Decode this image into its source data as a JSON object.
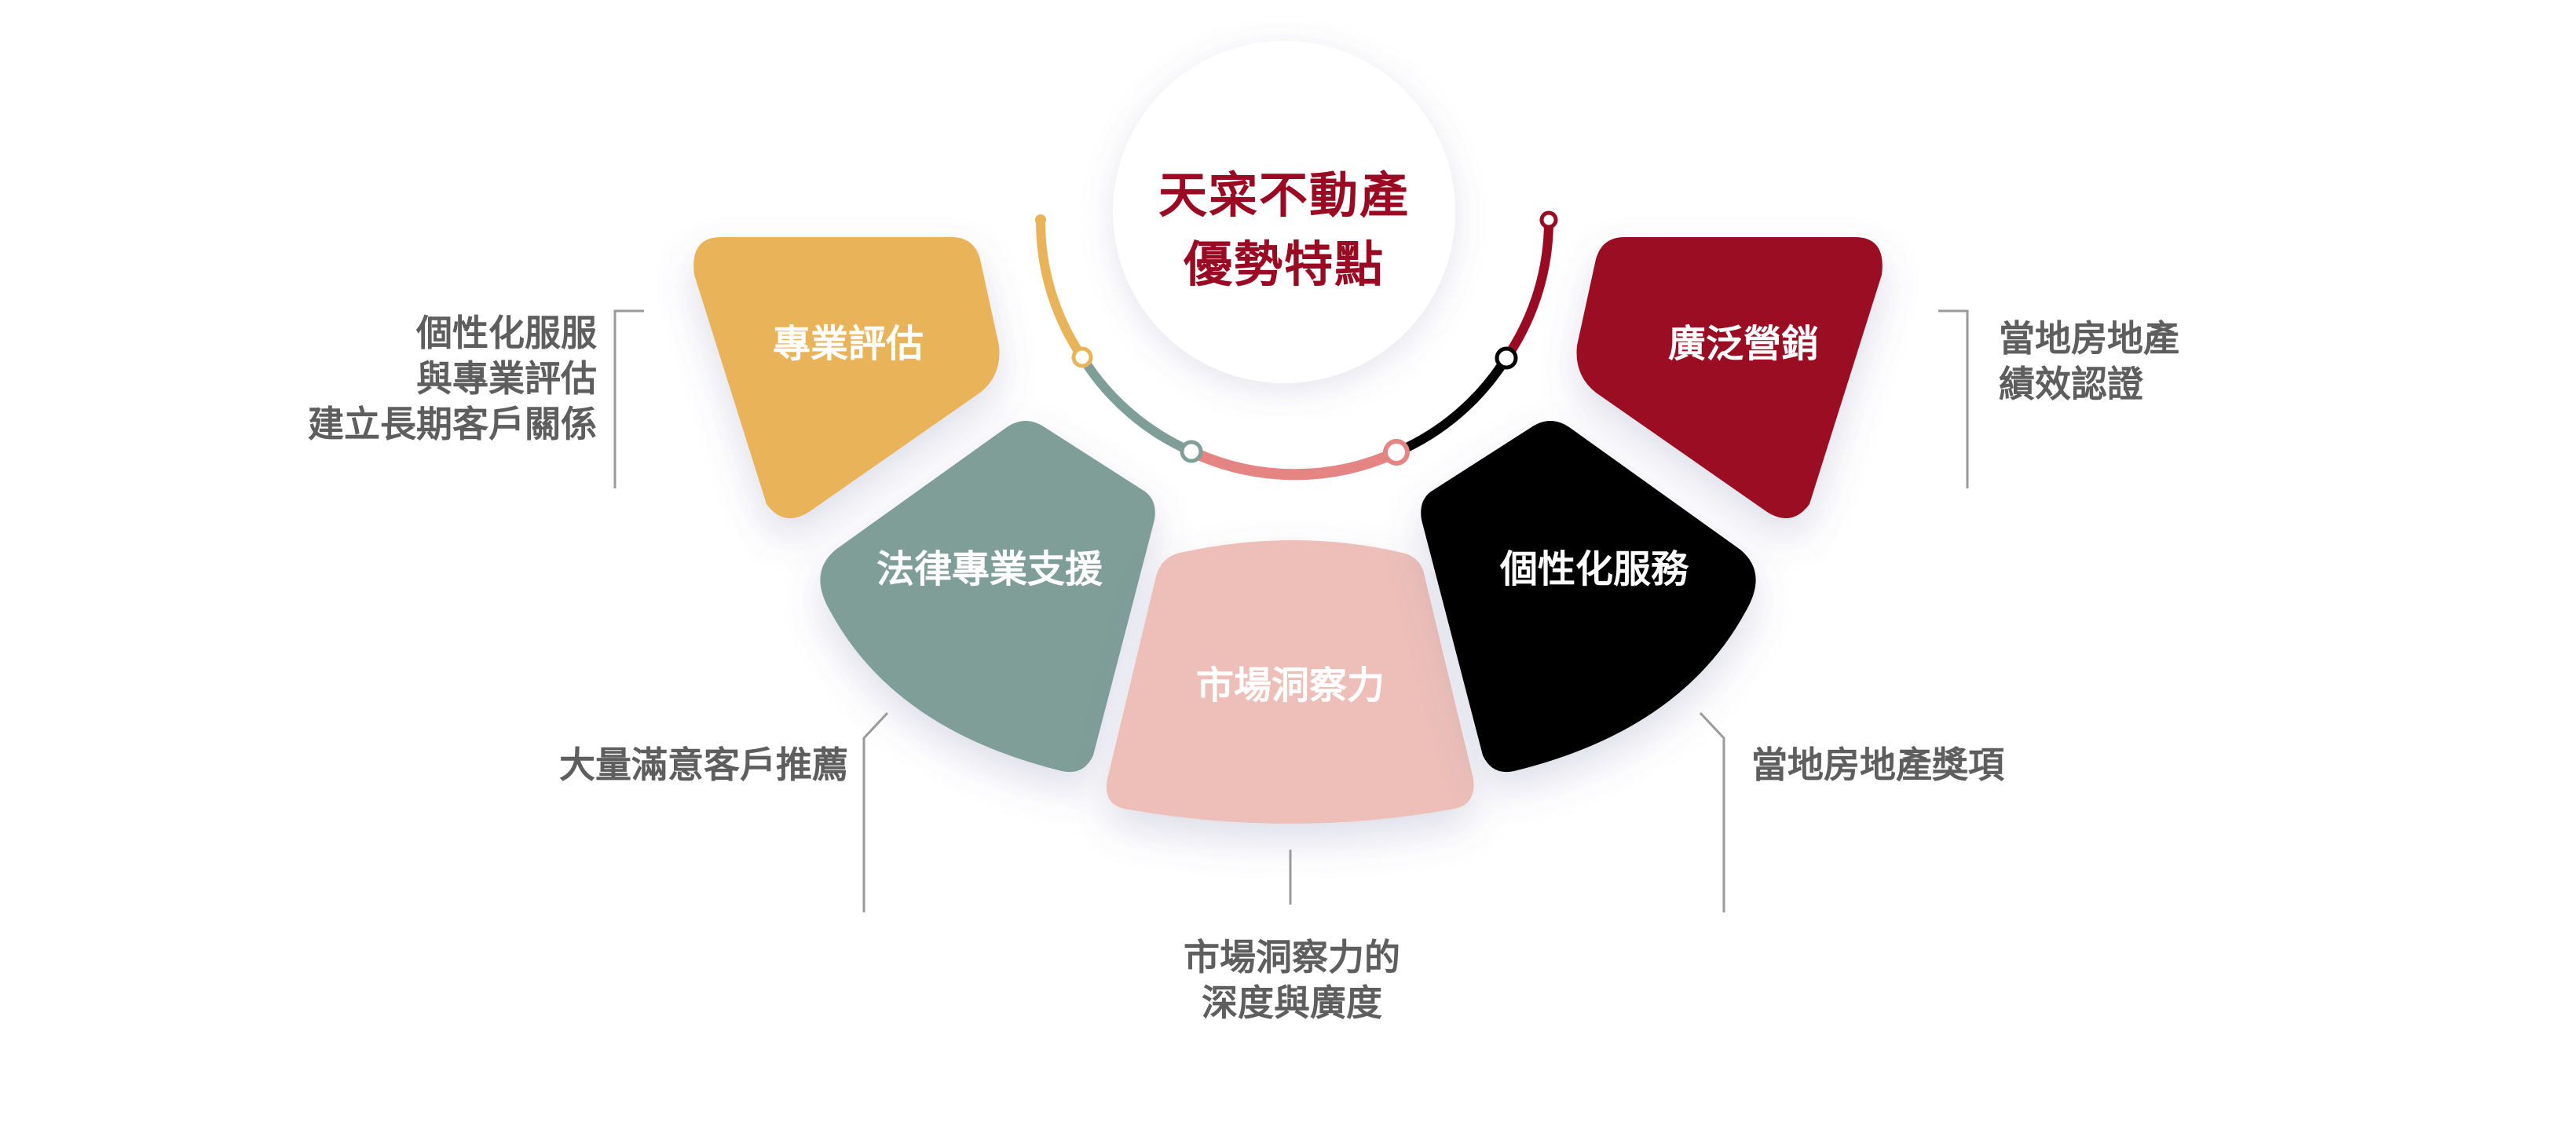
{
  "center": {
    "title_line1": "天寀不動產",
    "title_line2": "優勢特點"
  },
  "segments": [
    {
      "label": "專業評估",
      "color": "#e9b35a"
    },
    {
      "label": "法律專業支援",
      "color": "#7f9e98"
    },
    {
      "label": "市場洞察力",
      "color": "#edbfb8"
    },
    {
      "label": "個性化服務",
      "color": "#000000"
    },
    {
      "label": "廣泛營銷",
      "color": "#9a0b23"
    }
  ],
  "descriptions": {
    "eval": [
      "個性化服服",
      "與專業評估",
      "建立長期客戶關係"
    ],
    "legal": [
      "大量滿意客戶推薦"
    ],
    "market": [
      "市場洞察力的",
      "深度與廣度"
    ],
    "service": [
      "當地房地產獎項"
    ],
    "marketing": [
      "當地房地產",
      "績效認證"
    ]
  },
  "colors": {
    "title": "#9a0b23",
    "description": "#5e5e5e",
    "leader_line": "#9a9a9a",
    "arc_pink": "#e48583"
  }
}
